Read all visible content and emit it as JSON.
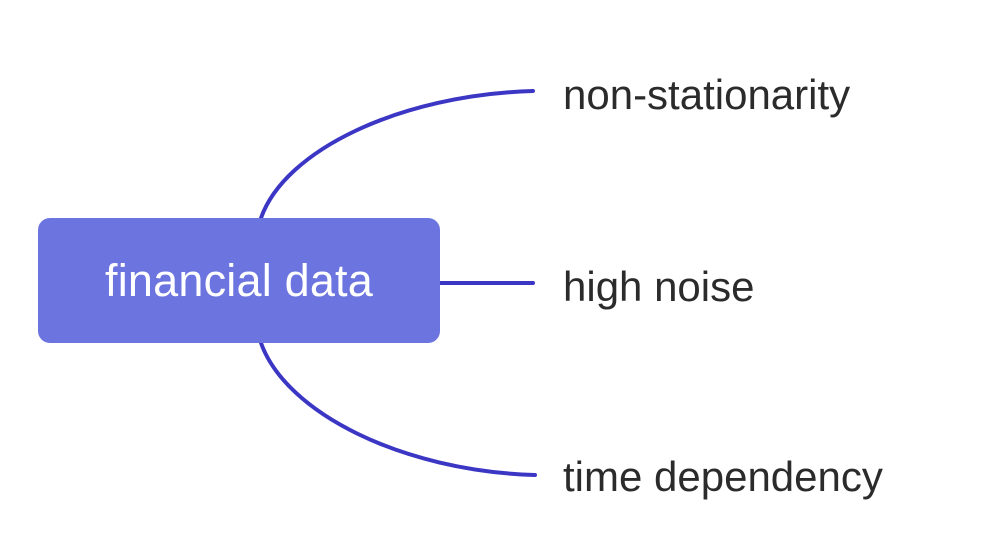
{
  "diagram": {
    "type": "mind-map",
    "background_color": "#ffffff",
    "root": {
      "label": "financial data",
      "fill_color": "#6c74df",
      "text_color": "#ffffff"
    },
    "edge_color": "#3b37c4",
    "branches": [
      {
        "label": "non-stationarity",
        "shape": "curve-up"
      },
      {
        "label": "high noise",
        "shape": "straight"
      },
      {
        "label": "time dependency",
        "shape": "curve-down"
      }
    ]
  }
}
